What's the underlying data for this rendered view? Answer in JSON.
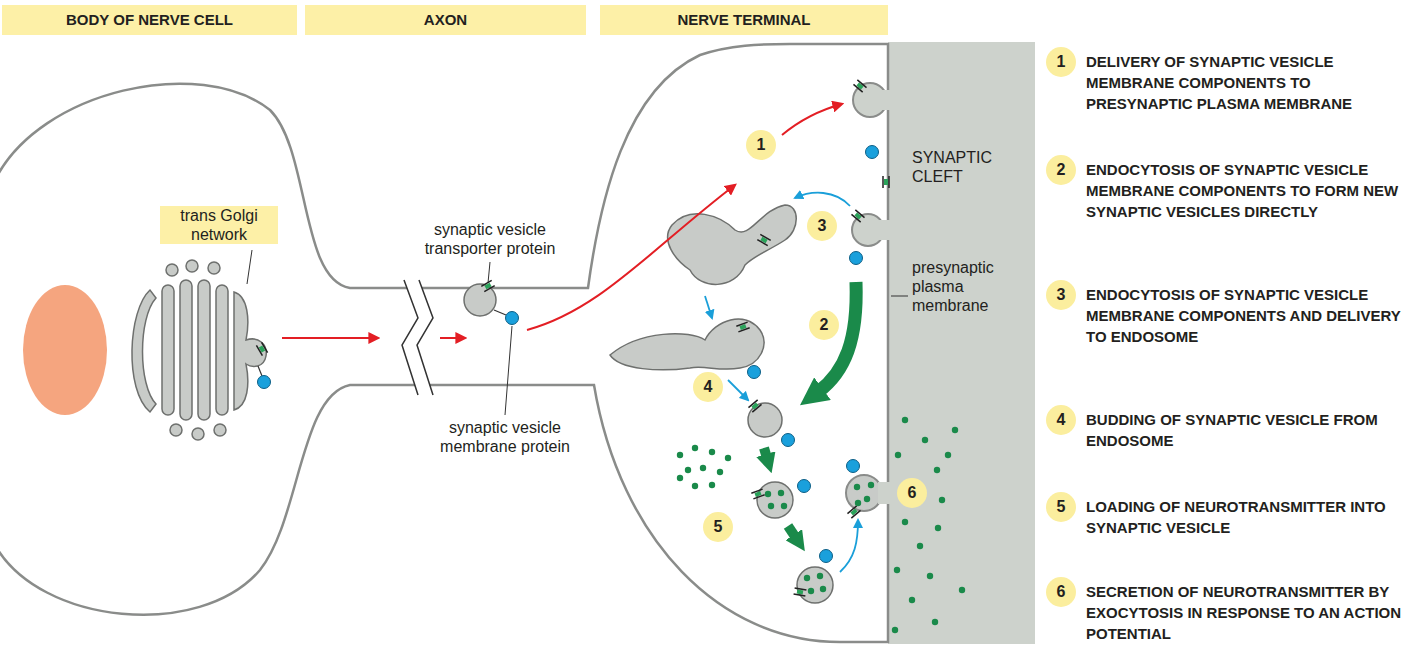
{
  "diagram": {
    "nodes": [
      {
        "text": [
          "BODY OF NERVE CELL"
        ]
      },
      {
        "text": [
          "AXON"
        ]
      },
      {
        "text": [
          "NERVE TERMINAL"
        ]
      },
      {
        "text": [
          "1"
        ]
      },
      {
        "text": [
          "2"
        ]
      },
      {
        "text": [
          "3"
        ]
      },
      {
        "text": [
          "4"
        ]
      },
      {
        "text": [
          "5"
        ]
      },
      {
        "text": [
          "6"
        ]
      },
      {
        "text": [
          "1",
          "DELIVERY OF SYNAPTIC VESICLE MEMBRANE COMPONENTS TO PRESYNAPTIC PLASMA MEMBRANE"
        ]
      },
      {
        "text": [
          "2",
          "ENDOCYTOSIS OF SYNAPTIC VESICLE MEMBRANE COMPONENTS TO FORM NEW SYNAPTIC VESICLES DIRECTLY"
        ]
      },
      {
        "text": [
          "3",
          "ENDOCYTOSIS OF SYNAPTIC VESICLE MEMBRANE COMPONENTS AND DELIVERY TO ENDOSOME"
        ]
      },
      {
        "text": [
          "4",
          "BUDDING OF SYNAPTIC VESICLE FROM ENDOSOME"
        ]
      },
      {
        "text": [
          "5",
          "LOADING OF NEUROTRANSMITTER INTO SYNAPTIC VESICLE"
        ]
      },
      {
        "text": [
          "6",
          "SECRETION OF NEUROTRANSMITTER BY EXOCYTOSIS IN RESPONSE TO AN ACTION POTENTIAL"
        ]
      }
    ],
    "labels": [
      "trans Golgi network",
      "synaptic vesicle transporter protein",
      "synaptic vesicle membrane protein",
      "SYNAPTIC CLEFT",
      "presynaptic plasma membrane"
    ]
  }
}
